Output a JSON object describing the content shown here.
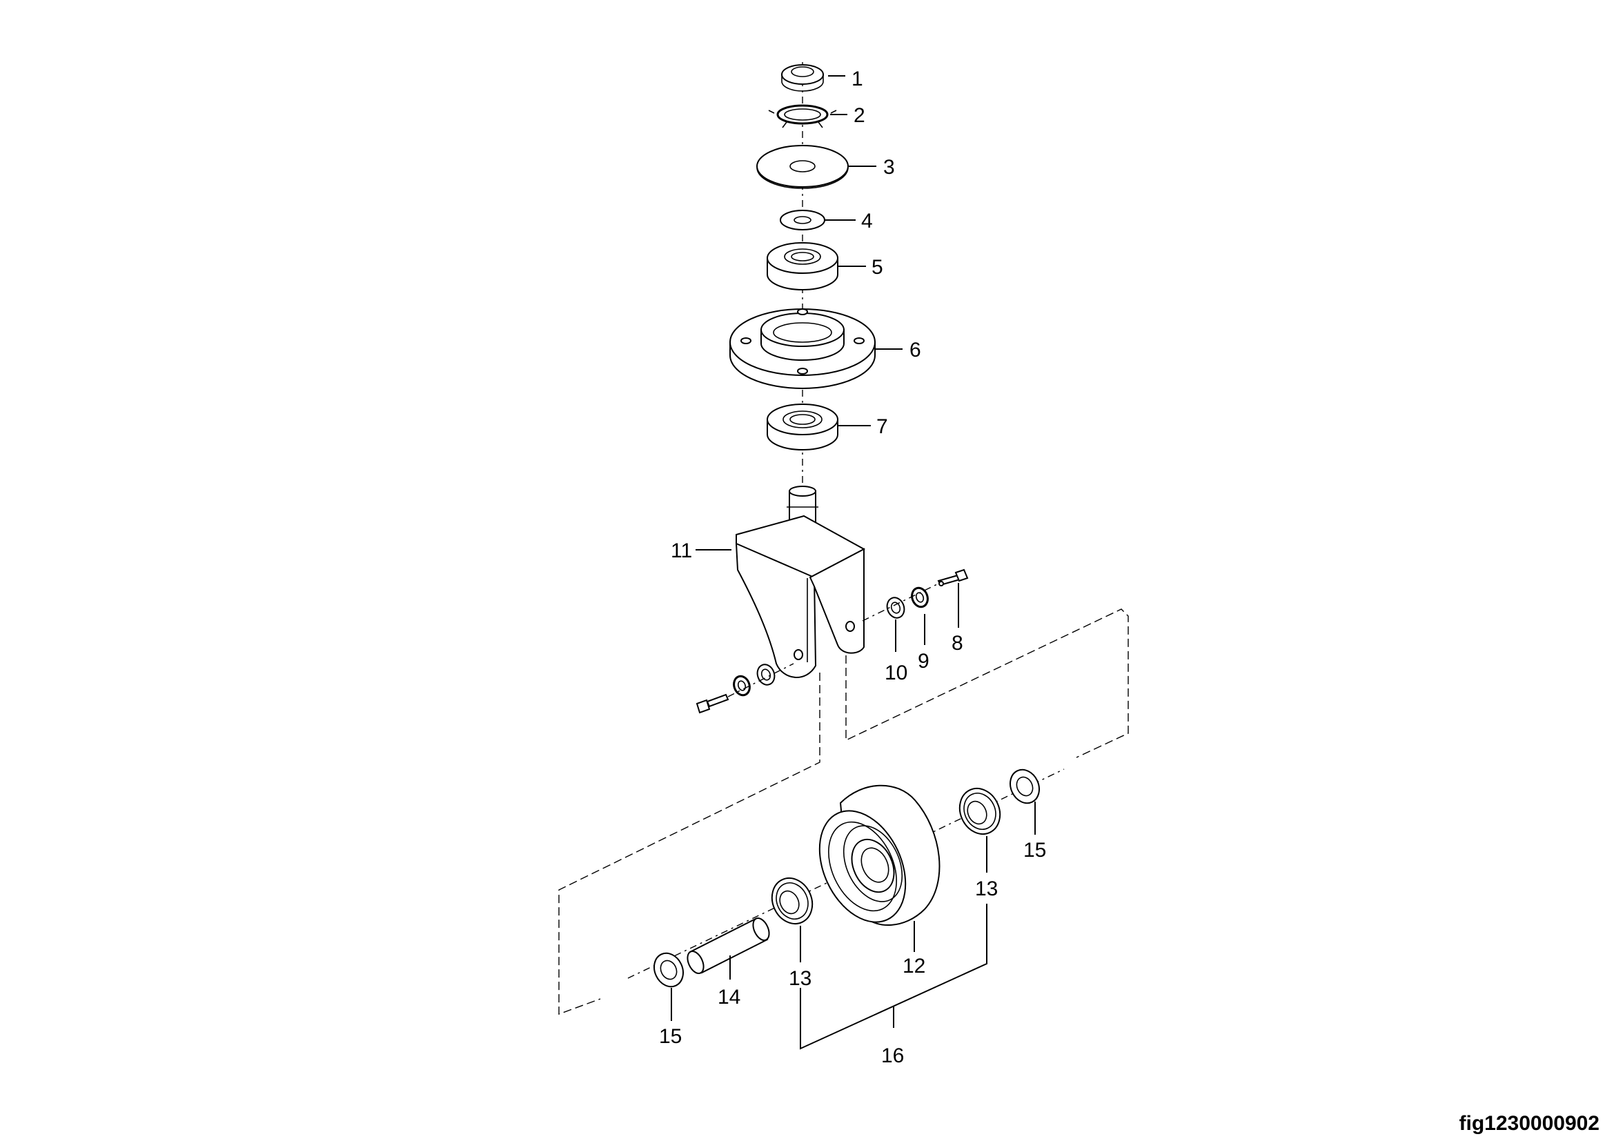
{
  "figure_id": "fig1230000902",
  "callouts": {
    "p1": "1",
    "p2": "2",
    "p3": "3",
    "p4": "4",
    "p5": "5",
    "p6": "6",
    "p7": "7",
    "p8": "8",
    "p9": "9",
    "p10": "10",
    "p11": "11",
    "p12": "12",
    "p13a": "13",
    "p13b": "13",
    "p14": "14",
    "p15a": "15",
    "p15b": "15",
    "p16": "16"
  }
}
